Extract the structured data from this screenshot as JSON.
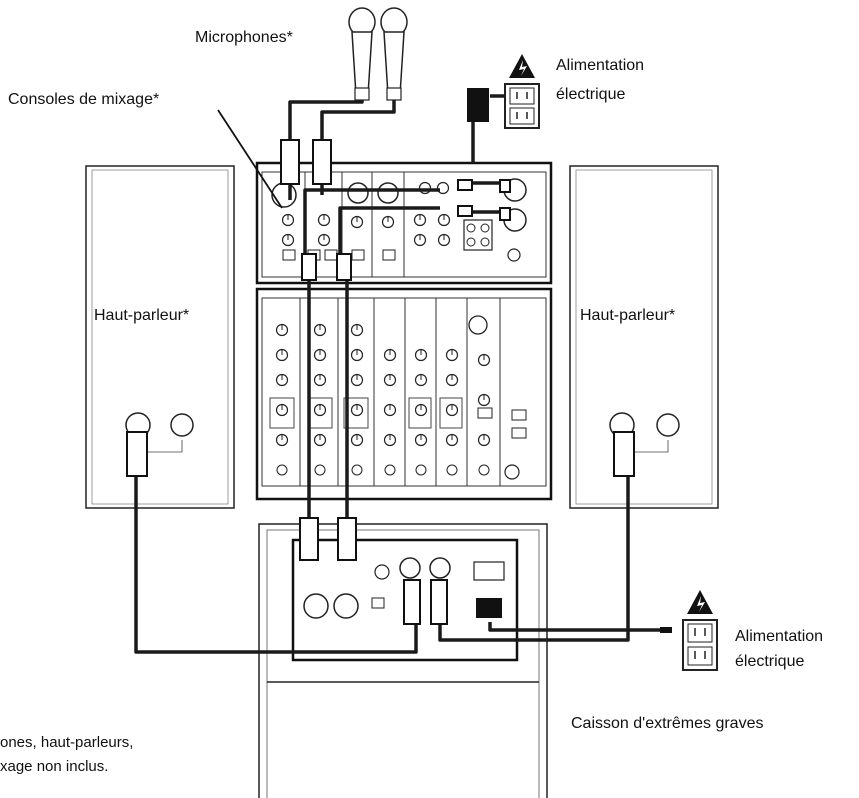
{
  "labels": {
    "microphones": "Microphones*",
    "mixer": "Consoles de mixage*",
    "power_top_line1": "Alimentation",
    "power_top_line2": "électrique",
    "speaker_left": "Haut-parleur*",
    "speaker_right": "Haut-parleur*",
    "power_right_line1": "Alimentation",
    "power_right_line2": "électrique",
    "subwoofer": "Caisson d'extrêmes graves",
    "footnote_line1": "ones, haut-parleurs,",
    "footnote_line2": "xage non inclus."
  },
  "icons": [
    "microphone-icon",
    "warning-icon",
    "power-outlet-icon",
    "power-adapter-icon",
    "xlr-connector-icon"
  ],
  "colors": {
    "line": "#1a1a1a",
    "background": "#ffffff"
  }
}
